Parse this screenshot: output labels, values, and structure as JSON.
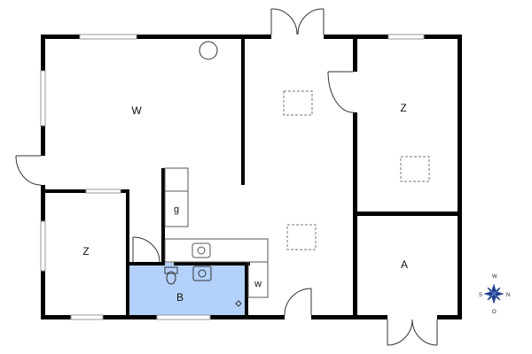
{
  "rooms": {
    "living": "W",
    "bedroom_left": "Z",
    "bedroom_right": "Z",
    "bathroom": "B",
    "utility": "A",
    "closet_g": "g",
    "closet_w": "w"
  },
  "compass": {
    "north": "N",
    "south": "S",
    "east": "O",
    "west": "W"
  },
  "colors": {
    "wall": "#000000",
    "bathroom_fill": "#b3d1fb",
    "window": "#9a9a9a",
    "compass": "#1f3f8f"
  }
}
